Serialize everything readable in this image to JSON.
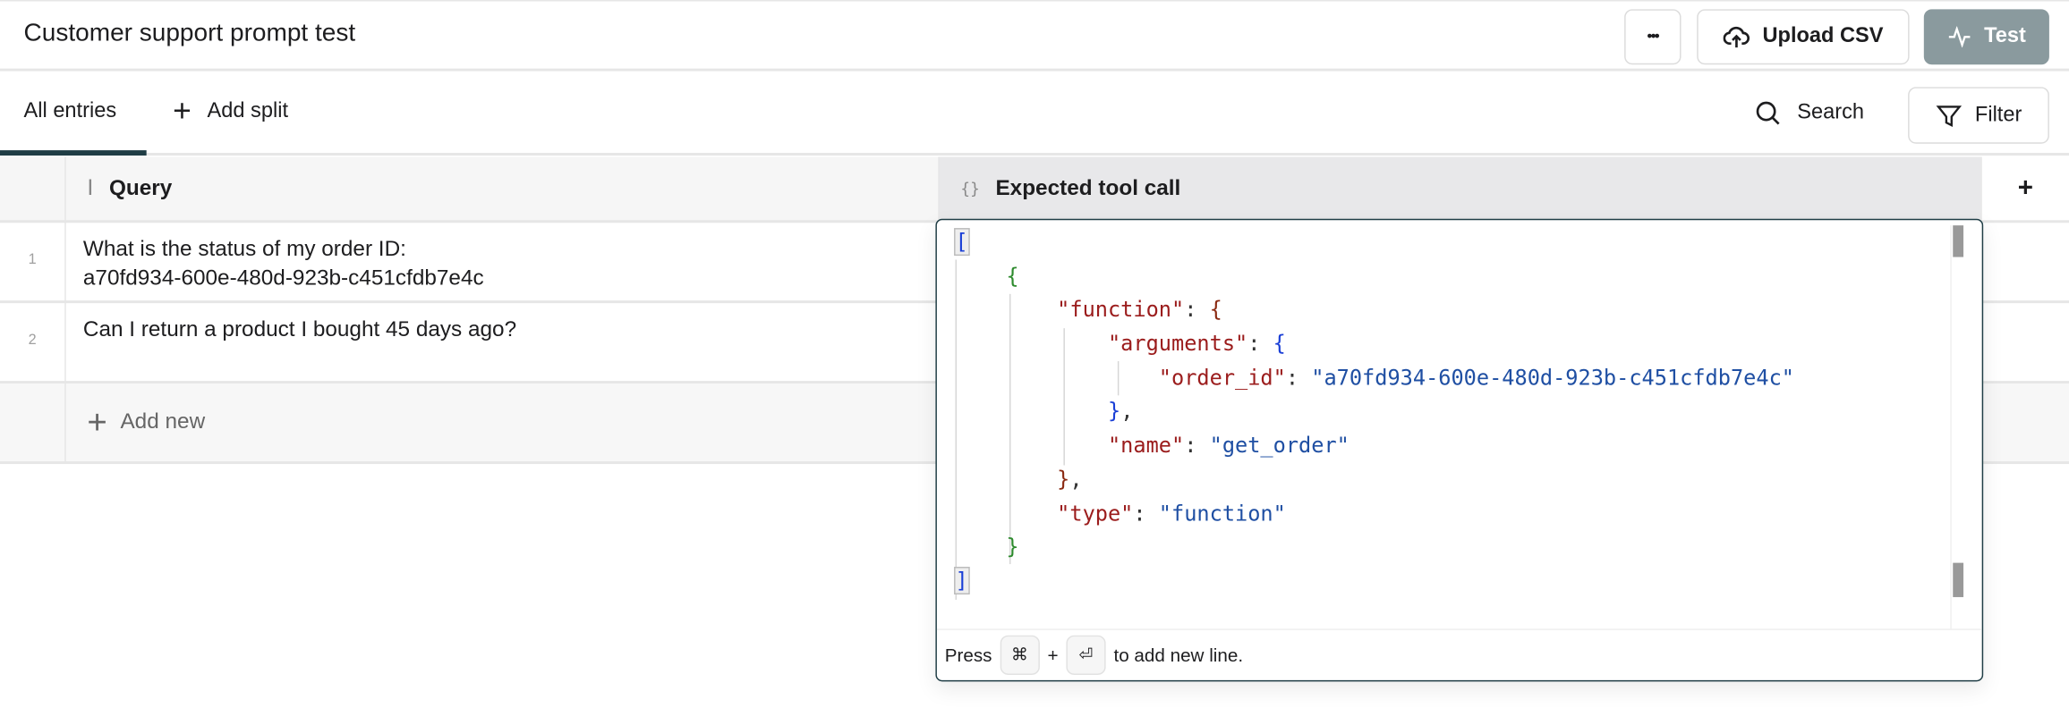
{
  "header": {
    "title": "Customer support prompt test",
    "more_label": "•••",
    "upload_label": "Upload CSV",
    "test_label": "Test",
    "test_color": "#8a9a9e"
  },
  "tabs": {
    "all_entries": "All entries",
    "add_split": "Add split",
    "search": "Search",
    "filter": "Filter"
  },
  "table": {
    "columns": [
      {
        "label": "Query",
        "icon": "text-cursor-icon"
      },
      {
        "label": "Expected tool call",
        "icon": "braces-icon"
      }
    ],
    "add_column": "+",
    "rows": [
      {
        "num": "1",
        "query_line1": "What is the status of my order ID:",
        "query_line2": "a70fd934-600e-480d-923b-c451cfdb7e4c"
      },
      {
        "num": "2",
        "query_line1": "Can I return a product I bought 45 days ago?",
        "query_line2": ""
      }
    ],
    "add_new": "Add new"
  },
  "editor": {
    "function_key": "\"function\"",
    "arguments_key": "\"arguments\"",
    "order_id_key": "\"order_id\"",
    "order_id_value": "\"a70fd934-600e-480d-923b-c451cfdb7e4c\"",
    "name_key": "\"name\"",
    "name_value": "\"get_order\"",
    "type_key": "\"type\"",
    "type_value": "\"function\"",
    "footer_press": "Press",
    "footer_cmd": "⌘",
    "footer_plus": "+",
    "footer_enter": "⏎",
    "footer_suffix": "to add new line."
  }
}
